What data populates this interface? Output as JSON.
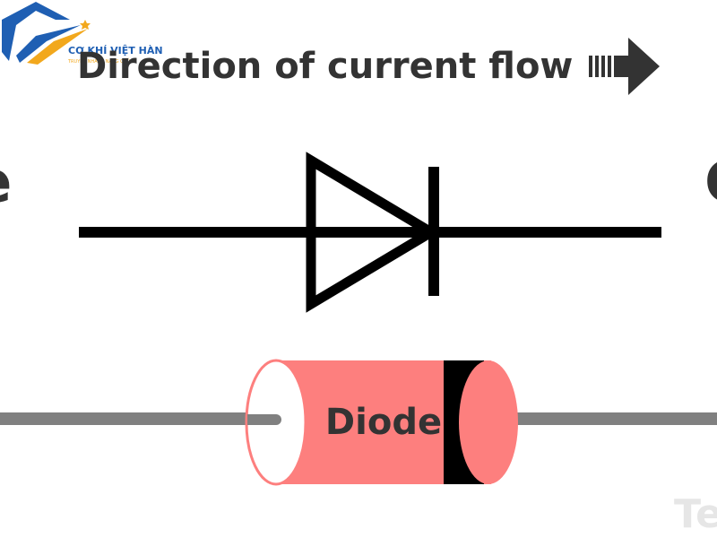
{
  "logo": {
    "name": "CƠ KHÍ VIỆT HÀN",
    "tagline": "TRUYỀN NHANH NĂNG CHỦ",
    "colors": {
      "primary": "#1f5fb3",
      "accent": "#f2a81d"
    }
  },
  "title": {
    "text": "Direction of current flow",
    "arrow_icon": "striped-right-arrow-icon",
    "color": "#333333"
  },
  "edge_labels": {
    "left": "e",
    "right": "C"
  },
  "symbol": {
    "type": "diode",
    "color": "#000000"
  },
  "component": {
    "label": "Diode",
    "body_color": "#fd7f7e",
    "band_color": "#000000",
    "lead_color": "#808080",
    "text_color": "#333333"
  },
  "watermark": {
    "text": "Te",
    "color": "#e6e6e6"
  }
}
